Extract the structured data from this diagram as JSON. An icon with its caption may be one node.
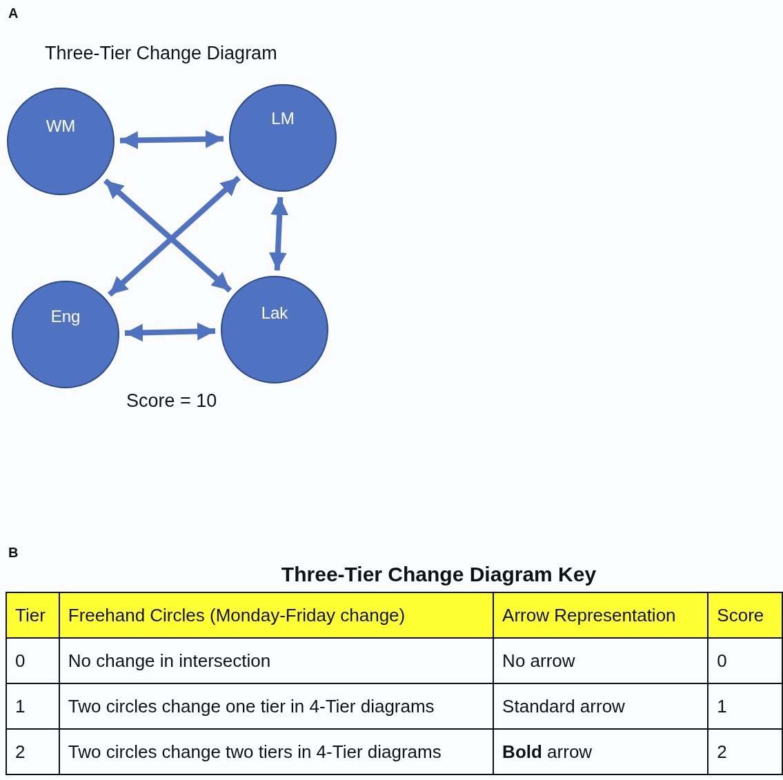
{
  "diagram": {
    "nodes": [
      {
        "text": [
          "WM"
        ]
      },
      {
        "text": [
          "LM"
        ]
      },
      {
        "text": [
          "Eng"
        ]
      },
      {
        "text": [
          "Lak"
        ]
      }
    ],
    "edges": [
      {
        "from": 0,
        "to": 1,
        "arrow": "both"
      },
      {
        "from": 0,
        "to": 3,
        "arrow": "both"
      },
      {
        "from": 1,
        "to": 2,
        "arrow": "both"
      },
      {
        "from": 1,
        "to": 3,
        "arrow": "both"
      },
      {
        "from": 2,
        "to": 3,
        "arrow": "both"
      }
    ],
    "labels": [
      "A",
      "Three-Tier Change Diagram",
      "Score = 10",
      "B",
      "Three-Tier Change Diagram Key",
      "Tier",
      "Freehand Circles (Monday-Friday change)",
      "Arrow Representation",
      "Score",
      "0",
      "No change in intersection",
      "No arrow",
      "0",
      "1",
      "Two circles change one tier in 4-Tier diagrams",
      "Standard arrow",
      "1",
      "2",
      "Two circles change two tiers in 4-Tier diagrams",
      "**Bold** arrow",
      "2"
    ]
  }
}
